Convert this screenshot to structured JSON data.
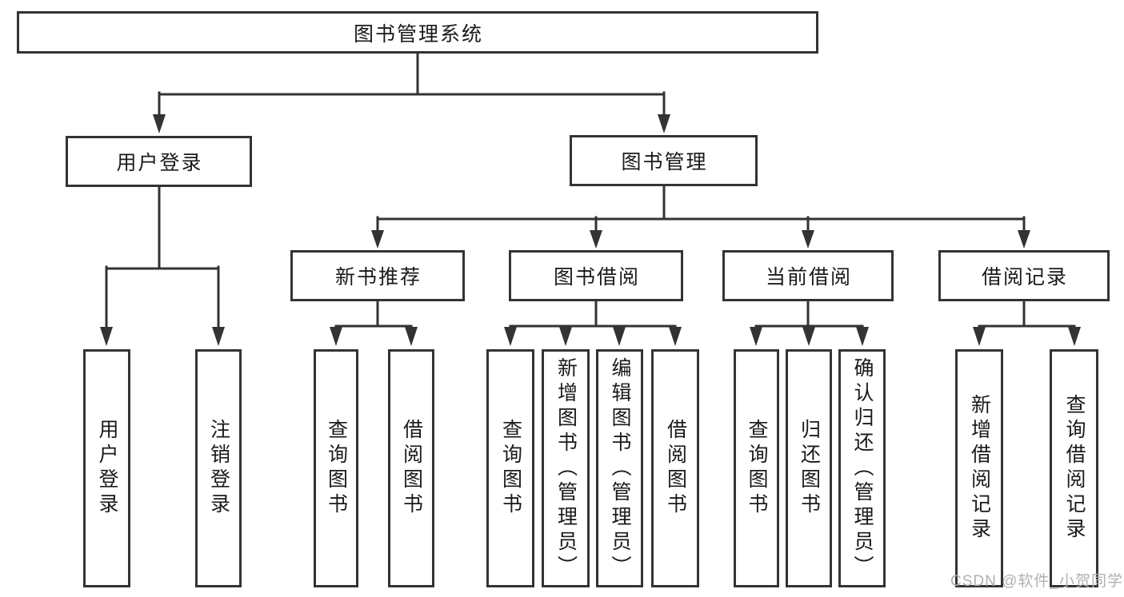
{
  "tree": {
    "label": "图书管理系统",
    "children": [
      {
        "label": "用户登录",
        "children": [
          {
            "label": "用户登录"
          },
          {
            "label": "注销登录"
          }
        ]
      },
      {
        "label": "图书管理",
        "children": [
          {
            "label": "新书推荐",
            "children": [
              {
                "label": "查询图书"
              },
              {
                "label": "借阅图书"
              }
            ]
          },
          {
            "label": "图书借阅",
            "children": [
              {
                "label": "查询图书"
              },
              {
                "label": "新增图书（管理员）"
              },
              {
                "label": "编辑图书（管理员）"
              },
              {
                "label": "借阅图书"
              }
            ]
          },
          {
            "label": "当前借阅",
            "children": [
              {
                "label": "查询图书"
              },
              {
                "label": "归还图书"
              },
              {
                "label": "确认归还（管理员）"
              }
            ]
          },
          {
            "label": "借阅记录",
            "children": [
              {
                "label": "新增借阅记录"
              },
              {
                "label": "查询借阅记录"
              }
            ]
          }
        ]
      }
    ]
  },
  "watermark": {
    "text": "CSDN @软件_小贺同学"
  },
  "colors": {
    "line": "#333333",
    "text": "#1a1a1a",
    "watermark": "#b0b0b0",
    "background": "#ffffff"
  }
}
